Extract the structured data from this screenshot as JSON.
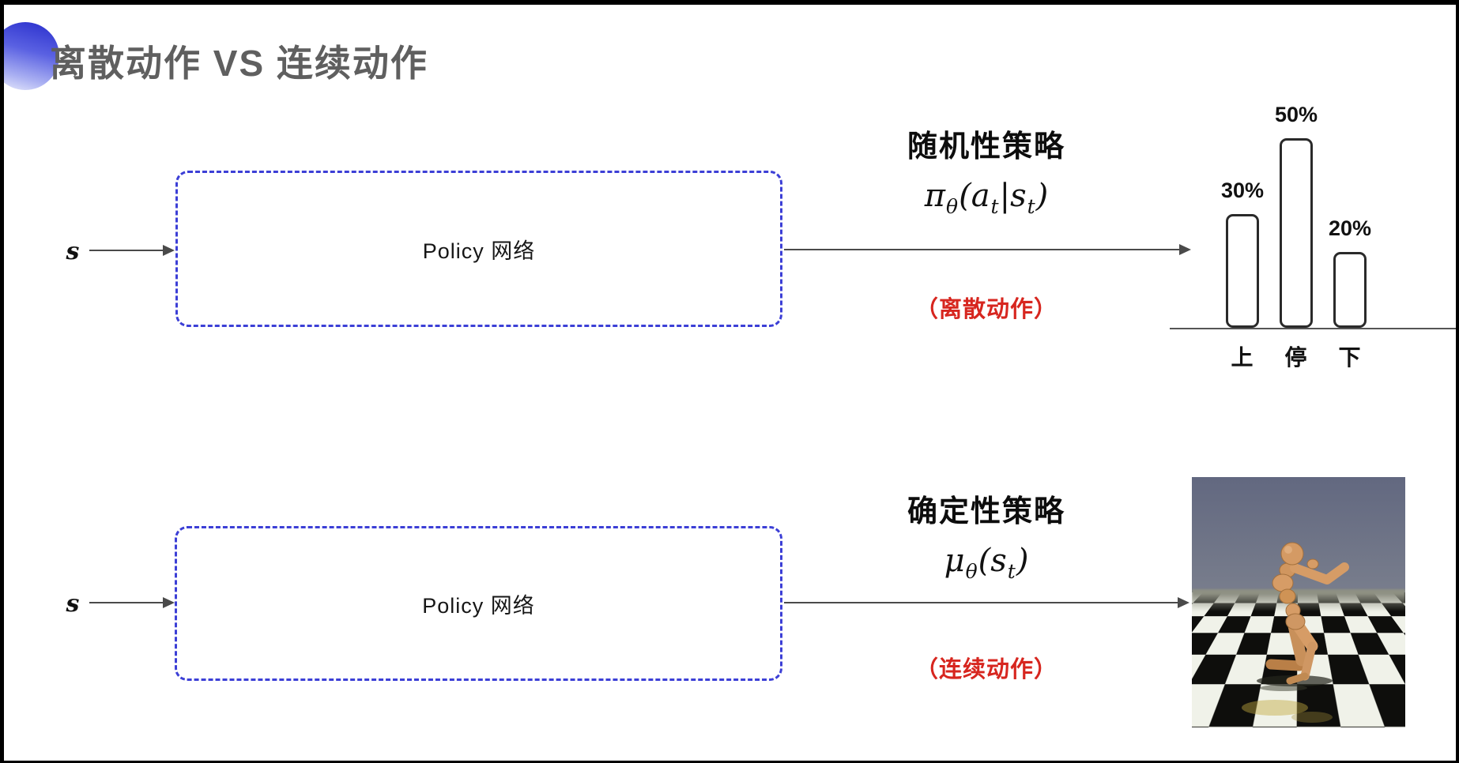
{
  "title": {
    "text": "离散动作 VS 连续动作"
  },
  "rows": [
    {
      "id": "discrete",
      "input_label": "s",
      "box_label": "Policy 网络",
      "policy_type": "随机性策略",
      "formula": {
        "base": "π",
        "base_sub": "θ",
        "arg_open": "(a",
        "arg_sub1": "t",
        "arg_mid": "|s",
        "arg_sub2": "t",
        "arg_close": ")"
      },
      "action_note": "（离散动作）"
    },
    {
      "id": "continuous",
      "input_label": "s",
      "box_label": "Policy 网络",
      "policy_type": "确定性策略",
      "formula": {
        "base": "μ",
        "base_sub": "θ",
        "arg_open": "(s",
        "arg_sub1": "t",
        "arg_close": ")"
      },
      "action_note": "（连续动作）"
    }
  ],
  "chart_data": {
    "type": "bar",
    "categories": [
      "上",
      "停",
      "下"
    ],
    "values": [
      30,
      50,
      20
    ],
    "value_labels": [
      "30%",
      "50%",
      "20%"
    ],
    "title": "",
    "xlabel": "",
    "ylabel": "",
    "ylim": [
      0,
      50
    ],
    "grid": false,
    "legend": "none",
    "bar_style": "white fill, dark rounded outline, baseline axis only"
  },
  "icons": {
    "title_bullet": "blue-gradient-circle",
    "arrow_right": "thin-line-with-solid-triangle-head",
    "humanoid_robot": "tan mujoco humanoid kneeling on checkerboard floor"
  },
  "colors": {
    "title_gray": "#5f5f5f",
    "box_border_blue": "#3c3fd6",
    "arrow_gray": "#4a4a4a",
    "text_dark": "#111111",
    "action_red": "#d7261f",
    "bar_border": "#2a2a2a",
    "sky_top": "#626880",
    "sky_bottom": "#9a9a94",
    "floor_dark": "#0e0e0c",
    "floor_light": "#f0f2e9",
    "robot_body": "#d69c66"
  }
}
